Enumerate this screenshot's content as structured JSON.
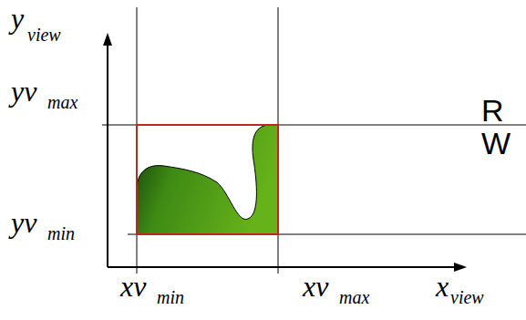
{
  "diagram": {
    "labels": [
      "y",
      "view",
      "yv",
      "max",
      "yv",
      "min",
      "xv",
      "min",
      "xv",
      "max",
      "x",
      "view",
      "R",
      "W"
    ]
  }
}
